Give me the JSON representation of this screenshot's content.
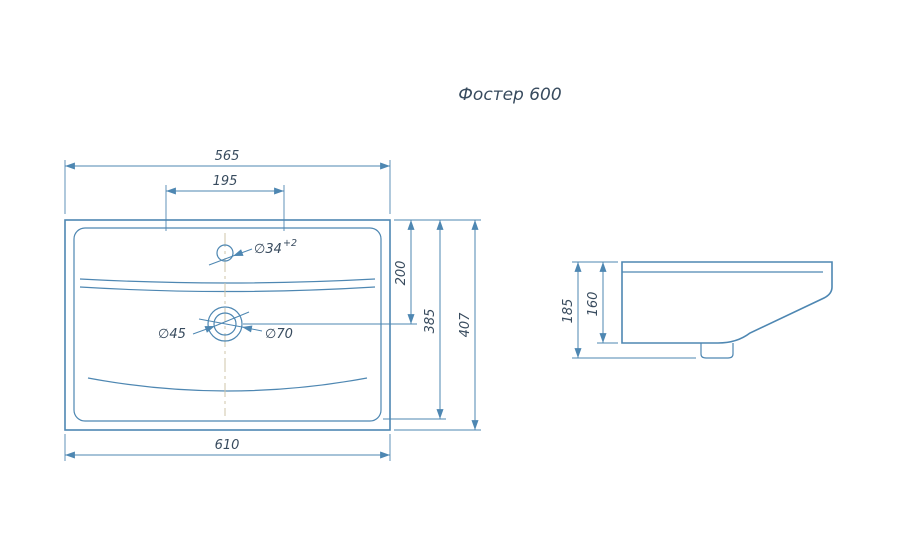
{
  "title": "Фостер 600",
  "colors": {
    "drawing_line": "#4e87b2",
    "dimension_text": "#384b5e",
    "centerline": "#cfc5aa",
    "background": "#ffffff"
  },
  "front_view": {
    "dim_top_width": "565",
    "dim_hole_spacing": "195",
    "dim_bottom_width": "610",
    "dim_total_height": "407",
    "dim_inner_height": "385",
    "dim_drain_center_height": "200",
    "label_faucet_hole": "∅34",
    "label_faucet_tolerance": "+2",
    "label_drain_inner": "∅45",
    "label_drain_outer": "∅70"
  },
  "side_view": {
    "dim_total_depth": "185",
    "dim_basin_depth": "160"
  }
}
